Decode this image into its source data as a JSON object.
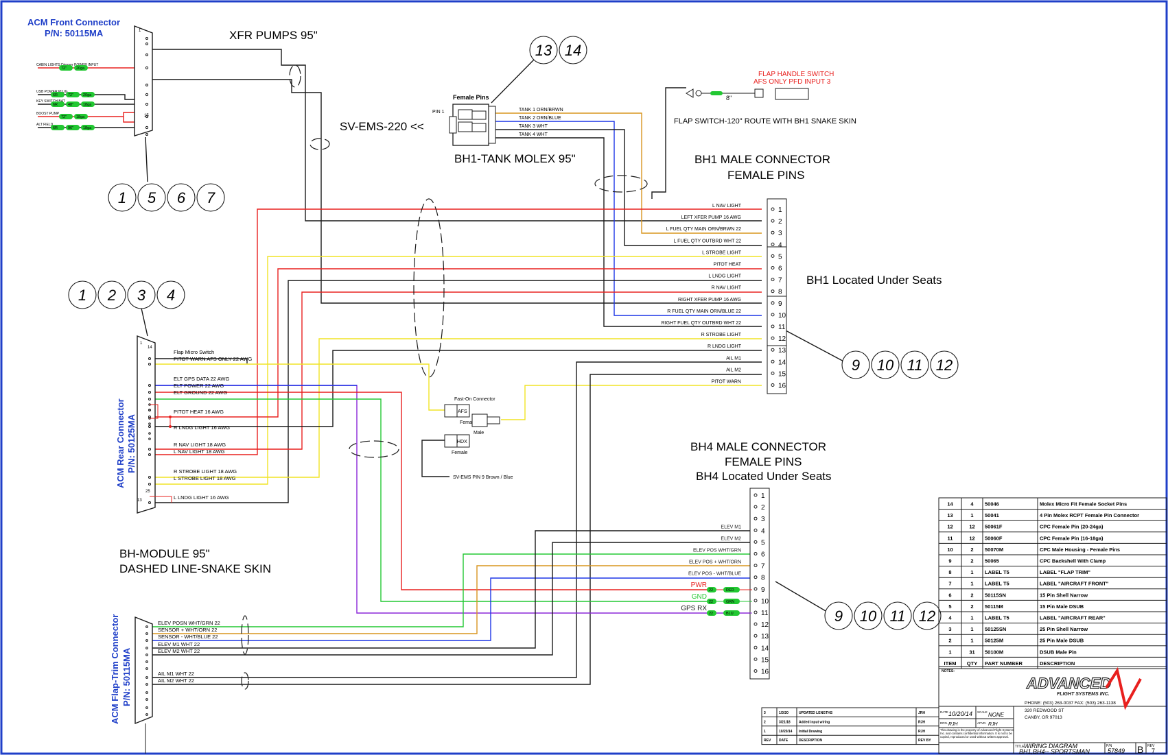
{
  "colors": {
    "red": "#e8201e",
    "yellow": "#f1e425",
    "blue": "#1c35e6",
    "green": "#22c832",
    "purple": "#8a27d8",
    "orange": "#d9951f",
    "black": "#1a1a1a",
    "connector_blue": "#1f3fc8",
    "border": "#1f3fc8"
  },
  "front_connector": {
    "title": "ACM Front Connector",
    "pn": "P/N: 50115MA",
    "pin_top": "1",
    "pin_mid": "15",
    "rows": [
      {
        "label": "CABIN LIGHTS Dimmer POWER INPUT",
        "pills": [
          "72\"",
          "20ga"
        ]
      },
      {
        "label": "USB POWER PLUG",
        "pills": [
          "6R",
          "72\"",
          "20ga"
        ]
      },
      {
        "label": "KEY SWITCH BAT",
        "pills": [
          "6R",
          "48\"",
          "18ga"
        ]
      },
      {
        "label": "BOOST PUMP",
        "pills": [
          "72\"",
          "18ga"
        ]
      },
      {
        "label": "ALT FIELD",
        "pills": [
          "6R",
          "96\"",
          "18ga"
        ]
      }
    ]
  },
  "callouts": {
    "front": [
      "1",
      "5",
      "6",
      "7"
    ],
    "rear": [
      "1",
      "2",
      "3",
      "4"
    ],
    "molex": [
      "13",
      "14"
    ],
    "bh1": [
      "9",
      "10",
      "11",
      "12"
    ],
    "bh4": [
      "9",
      "10",
      "11",
      "12"
    ]
  },
  "texts": {
    "xfr_pumps": "XFR PUMPS 95\"",
    "sv_ems": "SV-EMS-220 <<",
    "molex_title": "BH1-TANK MOLEX 95\"",
    "female_pins": "Female Pins",
    "pin1": "PIN 1",
    "flap_switch_title_1": "FLAP HANDLE SWITCH",
    "flap_switch_title_2": "AFS ONLY PFD INPUT 3",
    "flap_switch_route": "FLAP SWITCH-120\" ROUTE WITH BH1 SNAKE SKIN",
    "flap_8": "8\"",
    "bh1_title_1": "BH1 MALE CONNECTOR",
    "bh1_title_2": "FEMALE PINS",
    "bh1_located": "BH1 Located Under Seats",
    "bh4_title_1": "BH4 MALE CONNECTOR",
    "bh4_title_2": "FEMALE PINS",
    "bh4_located": "BH4 Located Under Seats",
    "module_1": "BH-MODULE 95\"",
    "module_2": "DASHED LINE-SNAKE SKIN",
    "fast_on": "Fast-On Connector",
    "afs": "AFS",
    "hdx": "HDX",
    "female": "Female",
    "male": "Male",
    "sv_pin9": "SV-EMS PIN 9 Brown / Blue",
    "rear_title": "ACM Rear Connector",
    "rear_pn": "P/N: 50125MA",
    "flaptrim_title": "ACM Flap-Trim Connector",
    "flaptrim_pn": "P/N: 50115MA",
    "rear_pin14": "14",
    "rear_pin1": "1",
    "rear_pin25": "25",
    "rear_pin13": "13"
  },
  "tank_wires": [
    "TANK 1 ORN/BRWN",
    "TANK 2 ORN/BLUE",
    "TANK 3 WHT",
    "TANK 4 WHT"
  ],
  "bh1_pins": [
    {
      "n": "1",
      "label": "L NAV LIGHT"
    },
    {
      "n": "2",
      "label": "LEFT XFER PUMP 16 AWG"
    },
    {
      "n": "3",
      "label": "L FUEL QTY MAIN ORN/BRWN 22"
    },
    {
      "n": "4",
      "label": "L FUEL QTY OUTBRD WHT 22"
    },
    {
      "n": "5",
      "label": "L STROBE LIGHT"
    },
    {
      "n": "6",
      "label": "PITOT HEAT"
    },
    {
      "n": "7",
      "label": "L LNDG LIGHT"
    },
    {
      "n": "8",
      "label": "R NAV LIGHT"
    },
    {
      "n": "9",
      "label": "RIGHT XFER PUMP 16 AWG"
    },
    {
      "n": "10",
      "label": "R FUEL QTY MAIN ORN/BLUE 22"
    },
    {
      "n": "11",
      "label": "RIGHT FUEL QTY OUTBRD WHT 22"
    },
    {
      "n": "12",
      "label": "R STROBE LIGHT"
    },
    {
      "n": "13",
      "label": "R LNDG LIGHT"
    },
    {
      "n": "14",
      "label": "AIL M1"
    },
    {
      "n": "15",
      "label": "AIL M2"
    },
    {
      "n": "16",
      "label": "PITOT WARN"
    }
  ],
  "bh4_pins": [
    {
      "n": "1",
      "label": ""
    },
    {
      "n": "2",
      "label": ""
    },
    {
      "n": "3",
      "label": ""
    },
    {
      "n": "4",
      "label": "ELEV M1"
    },
    {
      "n": "5",
      "label": "ELEV M2"
    },
    {
      "n": "6",
      "label": "ELEV POS WHT/GRN"
    },
    {
      "n": "7",
      "label": "ELEV POS + WHT/ORN"
    },
    {
      "n": "8",
      "label": "ELEV POS - WHT/BLUE"
    },
    {
      "n": "9",
      "label": "PWR"
    },
    {
      "n": "10",
      "label": "GND"
    },
    {
      "n": "11",
      "label": "GPS RX"
    },
    {
      "n": "12",
      "label": ""
    },
    {
      "n": "13",
      "label": ""
    },
    {
      "n": "14",
      "label": ""
    },
    {
      "n": "15",
      "label": ""
    },
    {
      "n": "16",
      "label": ""
    }
  ],
  "bh4_pills": [
    [
      "22",
      "RED"
    ],
    [
      "22",
      "GRN"
    ],
    [
      "22",
      "BLU"
    ]
  ],
  "rear_labels": [
    "Flap Micro Switch",
    "PITOT WARN AFS ONLY 22 AWG",
    "ELT GPS DATA    22 AWG",
    "ELT POWER        22 AWG",
    "ELT GROUND      22 AWG",
    "PITOT HEAT    16 AWG",
    "R LNDG LIGHT  16 AWG",
    "R NAV LIGHT   18 AWG",
    "L NAV LIGHT   18 AWG",
    "R STROBE LIGHT 18 AWG",
    "L STROBE LIGHT  18 AWG",
    "L LNDG LIGHT  16 AWG"
  ],
  "flaptrim_labels": [
    "ELEV POSN WHT/GRN 22",
    "SENSOR + WHT/ORN 22",
    "SENSOR - WHT/BLUE 22",
    "ELEV M1 WHT 22",
    "ELEV M2 WHT 22",
    "AIL M1 WHT 22",
    "AIL M2 WHT 22"
  ],
  "bom": {
    "header": [
      "ITEM",
      "QTY",
      "PART NUMBER",
      "DESCRIPTION"
    ],
    "rows": [
      [
        "14",
        "4",
        "50046",
        "Molex Micro Fit Female Socket Pins"
      ],
      [
        "13",
        "1",
        "50041",
        "4  Pin Molex RCPT Female Pin Connector"
      ],
      [
        "12",
        "12",
        "50061F",
        "CPC Female Pin (20-24ga)"
      ],
      [
        "11",
        "12",
        "50060F",
        "CPC Female Pin (16-18ga)"
      ],
      [
        "10",
        "2",
        "50070M",
        "CPC Male Housing - Female Pins"
      ],
      [
        "9",
        "2",
        "50065",
        "CPC Backshell With Clamp"
      ],
      [
        "8",
        "1",
        "LABEL T5",
        "LABEL \"FLAP TRIM\""
      ],
      [
        "7",
        "1",
        "LABEL T5",
        "LABEL \"AIRCRAFT FRONT\""
      ],
      [
        "6",
        "2",
        "50115SN",
        "15 Pin Shell Narrow"
      ],
      [
        "5",
        "2",
        "50115M",
        "15 Pin Male DSUB"
      ],
      [
        "4",
        "1",
        "LABEL T5",
        "LABEL \"AIRCRAFT REAR\""
      ],
      [
        "3",
        "1",
        "50125SN",
        "25 Pin Shell Narrow"
      ],
      [
        "2",
        "1",
        "50125M",
        "25 Pin Male DSUB"
      ],
      [
        "1",
        "31",
        "50100M",
        "DSUB Male Pin"
      ]
    ]
  },
  "revisions": {
    "rows": [
      [
        "3",
        "1/3/20",
        "UPDATED LENGTHS",
        "JRH"
      ],
      [
        "2",
        "3/21/18",
        "Added input wiring",
        "RJH"
      ],
      [
        "1",
        "10/20/14",
        "Initial Drawing",
        "RJH"
      ]
    ],
    "header": [
      "REV",
      "DATE",
      "DESCRIPTION",
      "REV BY"
    ]
  },
  "title_block": {
    "notes": "NOTES:",
    "company": "ADVANCED",
    "company_sub": "FLIGHT SYSTEMS INC.",
    "phone": "PHONE: (503) 263-0037  FAX: (503) 263-1138",
    "addr1": "320 REDWOOD ST",
    "addr2": "CANBY, OR 97013",
    "date_label": "DATE",
    "date": "10/20/14",
    "scale_label": "SCALE",
    "scale": "NONE",
    "drn_label": "DRN.",
    "drn": "RJH",
    "apvd_label": "APVD.",
    "apvd": "RJH",
    "property": "This drawing is the property of Advanced Flight Systems Inc. and contains confidential information. It is not to be copied, reproduced or used without written approval.",
    "title_label": "TITLE",
    "title1": "WIRING  DIAGRAM",
    "title2": "BH1,BH4-- SPORTSMAN",
    "pn_label": "P/N",
    "pn": "57849",
    "size": "B",
    "rev_label": "REV",
    "rev": "7"
  }
}
